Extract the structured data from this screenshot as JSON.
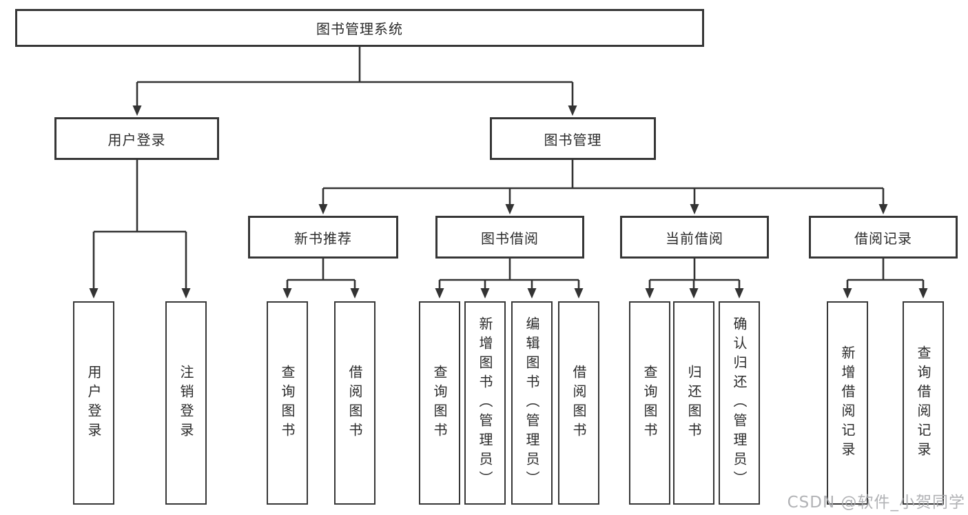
{
  "diagram": {
    "title_note": "functional structure tree",
    "root": "图书管理系统",
    "branches": [
      {
        "label": "用户登录",
        "children": [
          "用户登录",
          "注销登录"
        ]
      },
      {
        "label": "图书管理",
        "children": [
          {
            "label": "新书推荐",
            "children": [
              "查询图书",
              "借阅图书"
            ]
          },
          {
            "label": "图书借阅",
            "children": [
              "查询图书",
              "新增图书（管理员）",
              "编辑图书（管理员）",
              "借阅图书"
            ]
          },
          {
            "label": "当前借阅",
            "children": [
              "查询图书",
              "归还图书",
              "确认归还（管理员）"
            ]
          },
          {
            "label": "借阅记录",
            "children": [
              "新增借阅记录",
              "查询借阅记录"
            ]
          }
        ]
      }
    ]
  },
  "colors": {
    "line": "#333333",
    "border": "#363636",
    "text": "#2b2b2b",
    "watermark": "#a8aaad"
  },
  "watermark": "CSDN @软件_小贺同学"
}
